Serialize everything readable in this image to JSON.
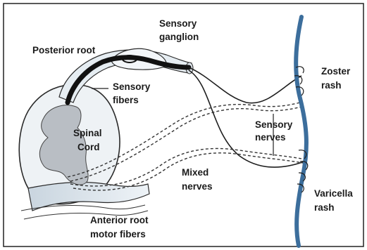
{
  "labels": {
    "sensory_ganglion_1": "Sensory",
    "sensory_ganglion_2": "ganglion",
    "posterior_root": "Posterior root",
    "sensory_fibers_1": "Sensory",
    "sensory_fibers_2": "fibers",
    "spinal_cord_1": "Spinal",
    "spinal_cord_2": "Cord",
    "sensory_nerves_1": "Sensory",
    "sensory_nerves_2": "nerves",
    "zoster_rash_1": "Zoster",
    "zoster_rash_2": "rash",
    "mixed_nerves_1": "Mixed",
    "mixed_nerves_2": "nerves",
    "varicella_rash_1": "Varicella",
    "varicella_rash_2": "rash",
    "anterior_root_1": "Anterior root",
    "anterior_root_2": "motor fibers"
  },
  "colors": {
    "spinal_cord_gray": "#b9bec4",
    "spinal_cord_white": "#dfe6ec",
    "skin_blue": "#3c6e9c",
    "nerve": "#1e1e1e"
  }
}
